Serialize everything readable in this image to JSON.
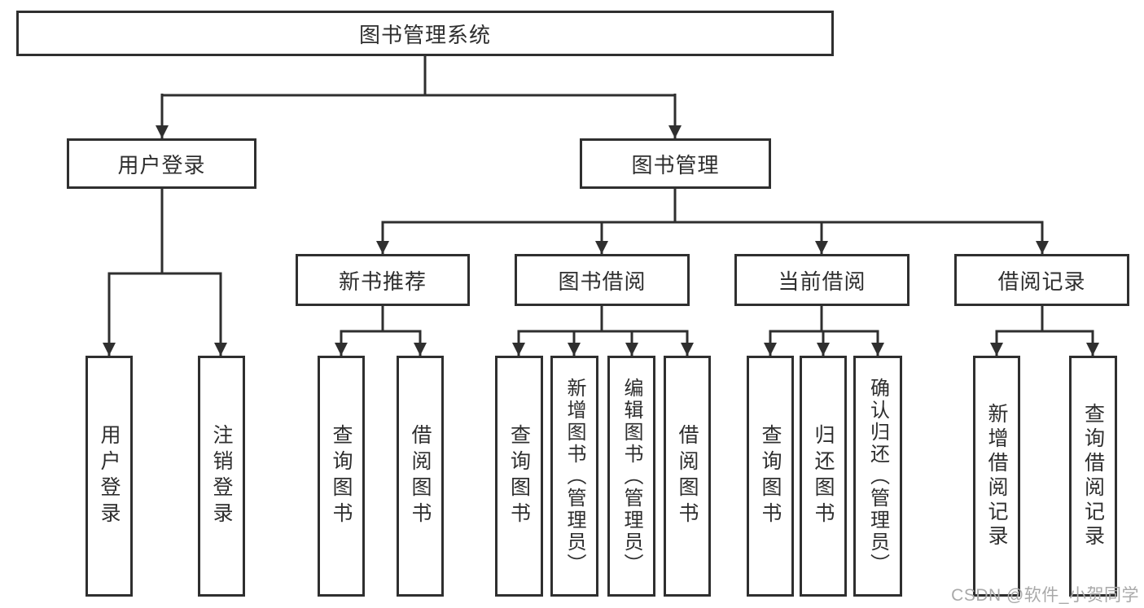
{
  "tree": {
    "root": {
      "label": "图书管理系统"
    },
    "children": [
      {
        "label": "用户登录",
        "children": [
          {
            "label": "用户登录"
          },
          {
            "label": "注销登录"
          }
        ]
      },
      {
        "label": "图书管理",
        "children": [
          {
            "label": "新书推荐",
            "children": [
              {
                "label": "查询图书"
              },
              {
                "label": "借阅图书"
              }
            ]
          },
          {
            "label": "图书借阅",
            "children": [
              {
                "label": "查询图书"
              },
              {
                "label": "新增图书（管理员）"
              },
              {
                "label": "编辑图书（管理员）"
              },
              {
                "label": "借阅图书"
              }
            ]
          },
          {
            "label": "当前借阅",
            "children": [
              {
                "label": "查询图书"
              },
              {
                "label": "归还图书"
              },
              {
                "label": "确认归还（管理员）"
              }
            ]
          },
          {
            "label": "借阅记录",
            "children": [
              {
                "label": "新增借阅记录"
              },
              {
                "label": "查询借阅记录"
              }
            ]
          }
        ]
      }
    ]
  },
  "colors": {
    "line": "#2f2f2f",
    "text": "#2e2e2e",
    "watermark": "#a9a9a9"
  },
  "watermark": {
    "text": "CSDN @软件_小贺同学"
  }
}
